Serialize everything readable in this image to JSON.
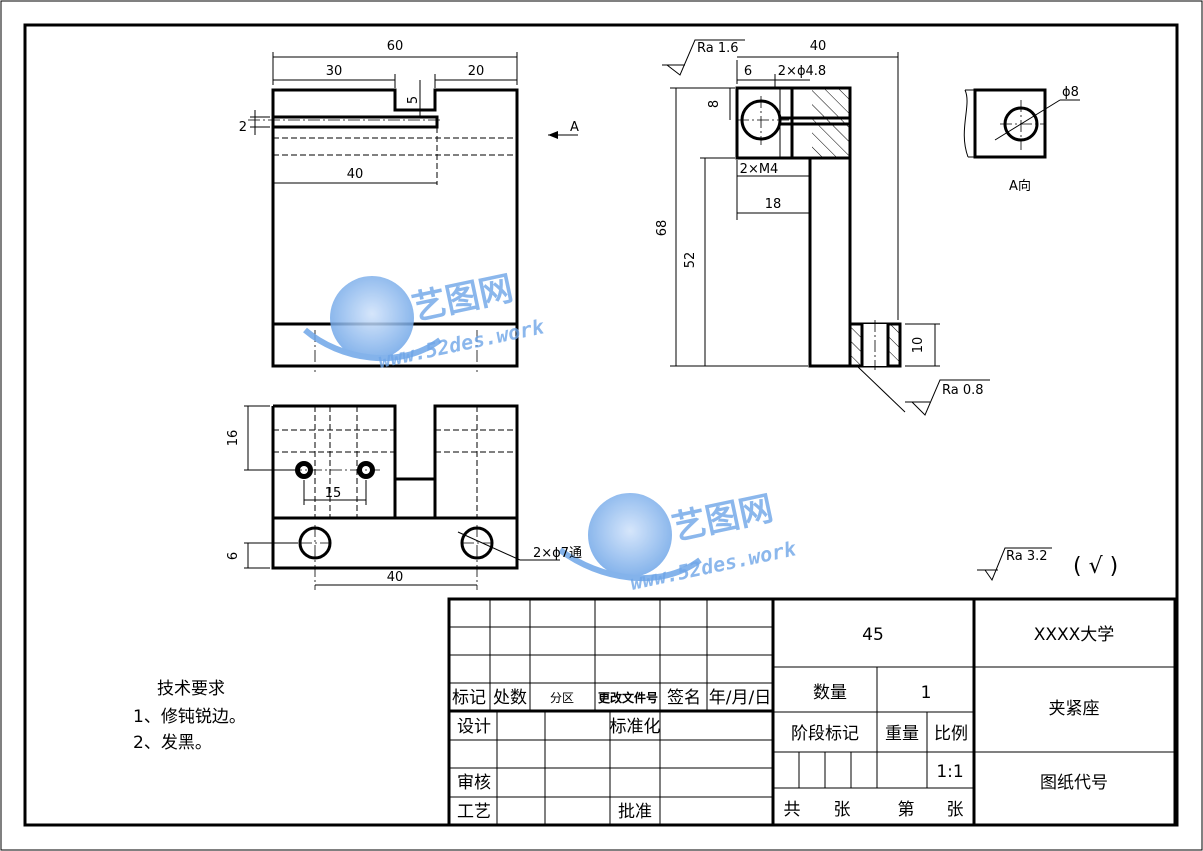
{
  "top_view": {
    "dims": {
      "width": "60",
      "left": "30",
      "right": "20",
      "slot": "5",
      "gap": "2",
      "depth": "40"
    },
    "view_arrow": "A"
  },
  "side_view": {
    "dims": {
      "width": "40",
      "offset": "6",
      "holes": "2×ϕ4.8",
      "height8": "8",
      "thread": "2×M4",
      "len18": "18",
      "total": "68",
      "h52": "52",
      "h10": "10"
    },
    "roughness_top": "Ra 1.6",
    "roughness_bottom": "Ra 0.8"
  },
  "aux_view": {
    "hole": "ϕ8",
    "label": "A向"
  },
  "bottom_view": {
    "dims": {
      "h16": "16",
      "spacing15": "15",
      "h6": "6",
      "spacing40": "40"
    },
    "holes": "2×ϕ7通"
  },
  "surface_finish": {
    "label": "Ra 3.2",
    "symbol": "( √ )"
  },
  "technical_requirements": {
    "title": "技术要求",
    "items": [
      "1、修钝锐边。",
      "2、发黑。"
    ]
  },
  "watermark": {
    "brand": "艺图网",
    "url": "www.52des.work"
  },
  "title_block": {
    "material": "45",
    "school": "XXXX大学",
    "part_name": "夹紧座",
    "drawing_code": "图纸代号",
    "quantity_label": "数量",
    "quantity": "1",
    "stage_label": "阶段标记",
    "weight_label": "重量",
    "scale_label": "比例",
    "scale": "1:1",
    "sheet_total_label": "共",
    "sheet_unit1": "张",
    "sheet_num_label": "第",
    "sheet_unit2": "张",
    "rev_headers": [
      "标记",
      "处数",
      "分区",
      "更改文件号",
      "签名",
      "年/月/日"
    ],
    "design": "设计",
    "standardize": "标准化",
    "review": "审核",
    "process": "工艺",
    "approve": "批准"
  }
}
